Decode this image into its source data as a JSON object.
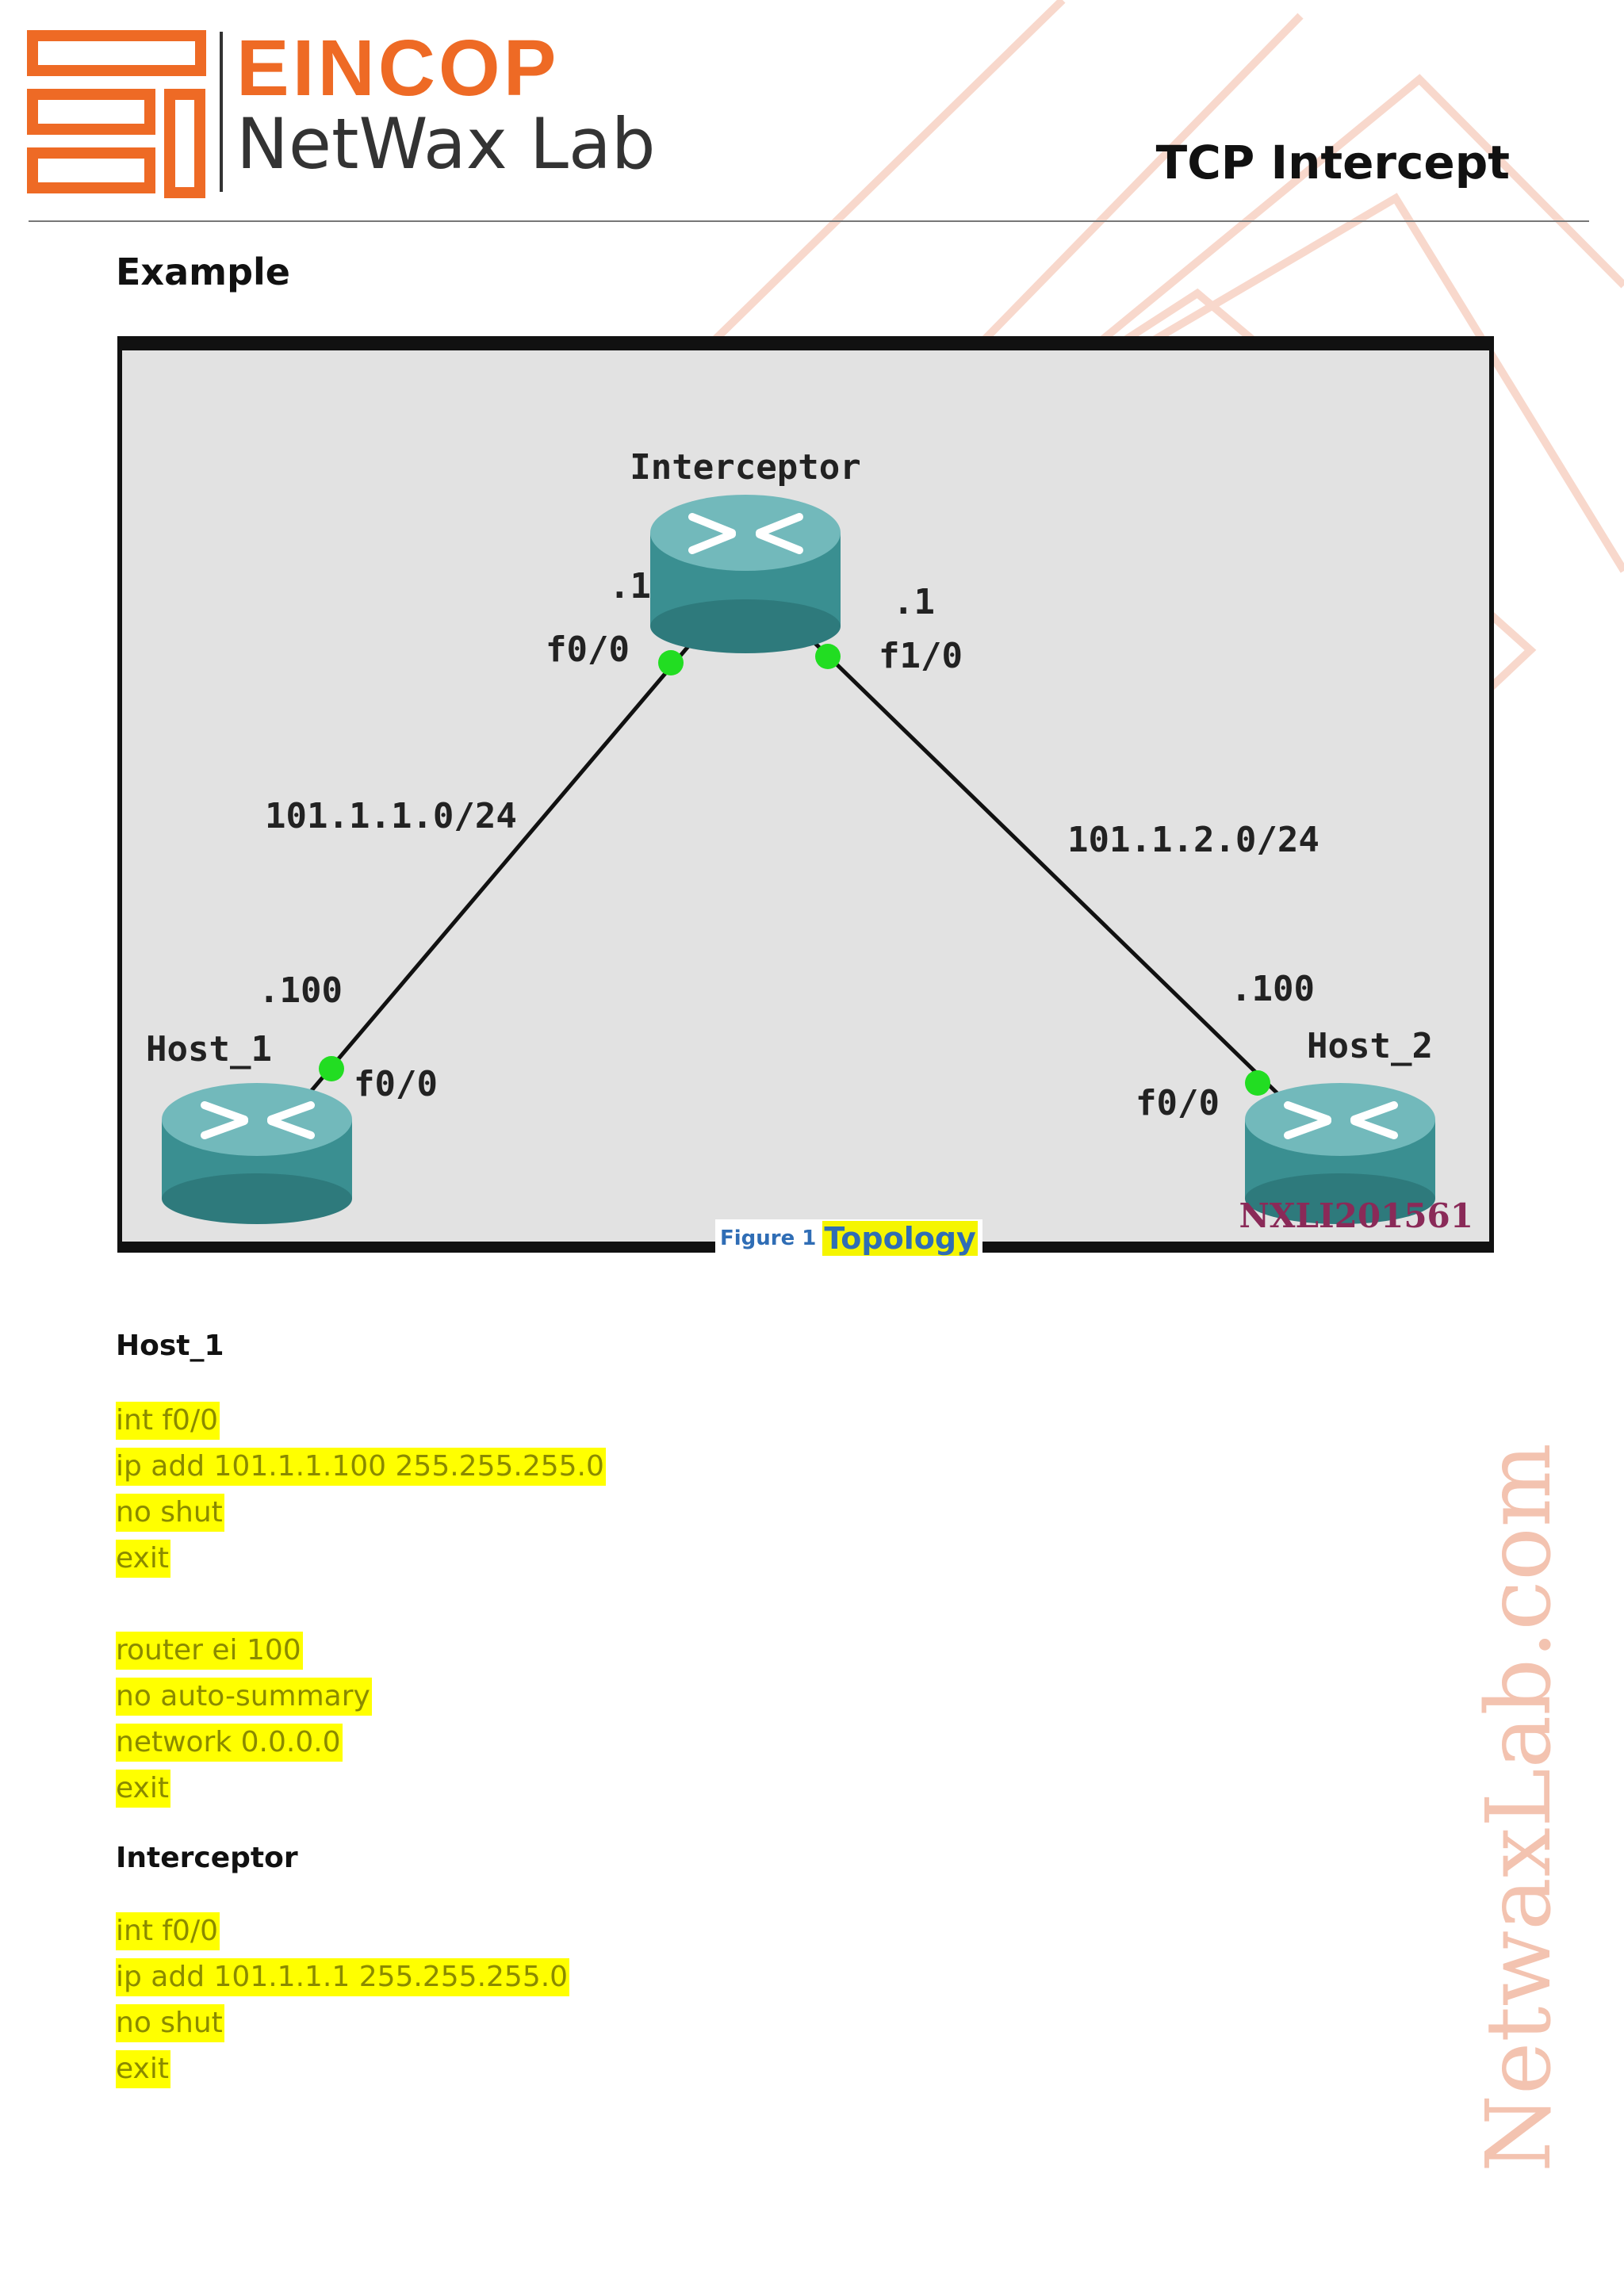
{
  "logo": {
    "brand": "EINCOP",
    "subtitle": "NetWax Lab"
  },
  "header": {
    "title": "TCP Intercept"
  },
  "section": {
    "heading": "Example"
  },
  "topology": {
    "devices": {
      "interceptor": "Interceptor",
      "host1": "Host_1",
      "host2": "Host_2"
    },
    "labels": {
      "interceptor_left_ip": ".1",
      "interceptor_left_if": "f0/0",
      "interceptor_right_ip": ".1",
      "interceptor_right_if": "f1/0",
      "left_subnet": "101.1.1.0/24",
      "right_subnet": "101.1.2.0/24",
      "host1_ip": ".100",
      "host1_if": "f0/0",
      "host2_ip": ".100",
      "host2_if": "f0/0",
      "stamp": "NXLI201561"
    },
    "colors": {
      "router": "#3f9a9c",
      "link_dot": "#22dd22",
      "canvas": "#e2e2e2"
    }
  },
  "caption": {
    "label": "Figure 1",
    "text": "Topology"
  },
  "configs": {
    "host1": {
      "title": "Host_1",
      "lines": [
        "int  f0/0",
        "ip add 101.1.1.100 255.255.255.0",
        "no shut",
        "exit"
      ],
      "lines2": [
        "router ei 100",
        "no auto-summary",
        "network 0.0.0.0",
        "exit"
      ]
    },
    "interceptor": {
      "title": "Interceptor",
      "lines": [
        "int f0/0",
        "ip add 101.1.1.1 255.255.255.0",
        "no shut",
        "exit"
      ]
    }
  },
  "watermark": "NetwaxLab.com",
  "brand_colors": {
    "orange": "#ee6a25",
    "highlight": "#ffff00"
  }
}
